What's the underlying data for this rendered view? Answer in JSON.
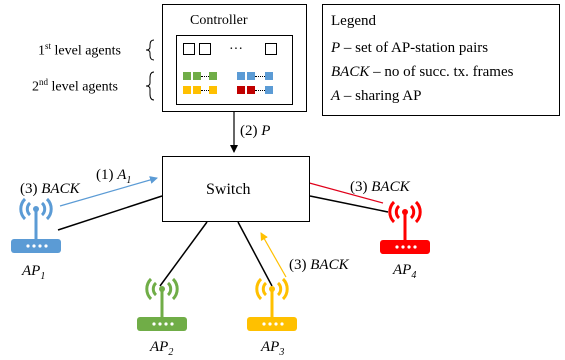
{
  "controller": {
    "label": "Controller",
    "ellipsis": "···"
  },
  "levels": {
    "first": {
      "num": "1",
      "sup": "st",
      "text": " level agents"
    },
    "second": {
      "num": "2",
      "sup": "nd",
      "text": " level agents"
    }
  },
  "switch": {
    "label": "Switch"
  },
  "legend": {
    "title": "Legend",
    "items": [
      {
        "sym": "P",
        "desc": " – set of AP-station pairs"
      },
      {
        "sym": "BACK",
        "desc": " – no of succ. tx. frames"
      },
      {
        "sym": "A",
        "desc": " – sharing AP"
      }
    ]
  },
  "arrows": {
    "controller_switch": {
      "num": "(2) ",
      "sym": "P"
    },
    "ap1_num": "(1) ",
    "ap1_sym": "A",
    "ap1_sub": "1",
    "ap1_back_num": "(3) ",
    "ap1_back_sym": "BACK",
    "ap3_back_num": "(3) ",
    "ap3_back_sym": "BACK",
    "ap4_back_num": "(3) ",
    "ap4_back_sym": "BACK"
  },
  "aps": [
    {
      "sym": "AP",
      "sub": "1",
      "color": "#5b9bd5"
    },
    {
      "sym": "AP",
      "sub": "2",
      "color": "#70ad47"
    },
    {
      "sym": "AP",
      "sub": "3",
      "color": "#ffc000"
    },
    {
      "sym": "AP",
      "sub": "4",
      "color": "#ff0000"
    }
  ],
  "colors": {
    "blue": "#5b9bd5",
    "green": "#70ad47",
    "yellow": "#ffc000",
    "red": "#e0001a",
    "blue_arrow": "#5b9bd5",
    "red_arrow": "#e0001a",
    "yellow_arrow": "#ffc000"
  }
}
